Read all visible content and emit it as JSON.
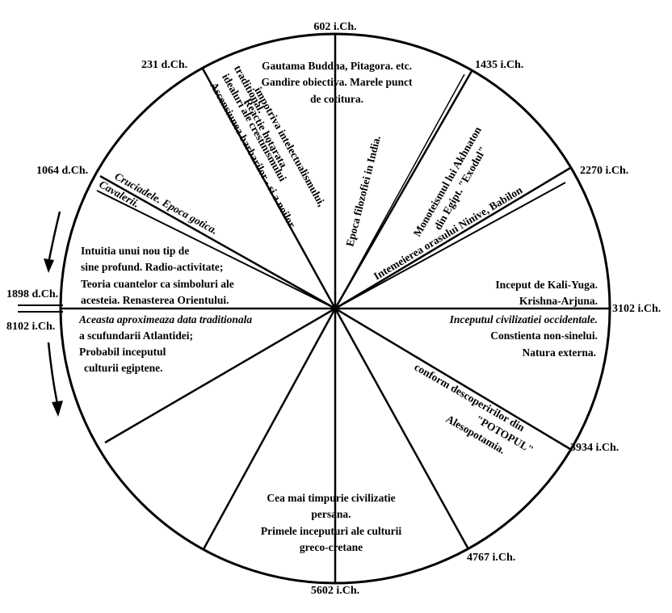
{
  "dates": {
    "top": "602 i.Ch.",
    "d231": "231 d.Ch.",
    "d1435": "1435 i.Ch.",
    "d1064": "1064 d.Ch.",
    "d2270": "2270 i.Ch.",
    "d1898": "1898 d.Ch.",
    "d8102": "8102 i.Ch.",
    "d3102": "3102 i.Ch.",
    "d3934": "3934 i.Ch.",
    "d4767": "4767 i.Ch.",
    "bottom": "5602 i.Ch."
  },
  "segments": {
    "top": [
      "Gautama Buddha, Pitagora. etc.",
      "Gandire obiectiva. Marele punct",
      "de cotitura."
    ],
    "reactie": [
      "Reactie hotarata",
      "impotriva intelectualismului,"
    ],
    "ascensiunea": [
      "Ascensiunea barbarilor - si a noilor",
      "idealuri ale crestinismului",
      "traditional."
    ],
    "epoca_filozofiei": "Epoca filozofiei in India.",
    "monoteismul": [
      "Monoteismul lui Akhnaton",
      "din Egipt. \"Exodul\""
    ],
    "intemeierea": "Intemeierea orasului Ninive, Babilon",
    "cruciadele": [
      "Cruciadele. Epoca gotica.",
      "Cavalerii."
    ],
    "intuitia": [
      "Intuitia unui nou tip de",
      "sine profund. Radio-activitate;",
      "Teoria cuantelor ca simboluri ale",
      "acesteia. Renasterea Orientului."
    ],
    "kali_yuga": [
      "Inceput de Kali-Yuga.",
      "Krishna-Arjuna."
    ],
    "atlantida": [
      "Aceasta aproximeaza data traditionala",
      "a scufundarii Atlantidei;",
      "Probabil inceputul",
      "culturii egiptene."
    ],
    "occidentale": [
      "Inceputul civilizatiei occidentale.",
      "Constienta non-sinelui.",
      "Natura externa."
    ],
    "potopul": [
      "\"POTOPUL\"",
      "conform descoperirilor din",
      "Alesopotamia."
    ],
    "persana": [
      "Cea mai timpurie civilizatie",
      "persana.",
      "Primele inceputuri ale culturii",
      "greco-cretane"
    ]
  }
}
